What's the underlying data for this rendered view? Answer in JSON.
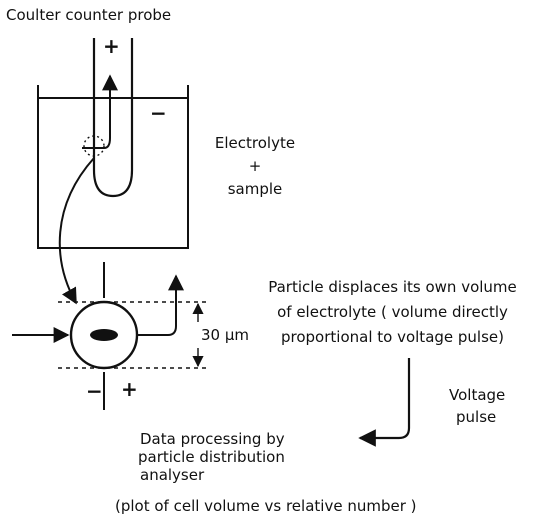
{
  "labels": {
    "probe_title": "Coulter counter probe",
    "electrolyte": "Electrolyte",
    "plus_sign": "+",
    "sample": "sample",
    "probe_plus": "+",
    "bath_minus": "−",
    "size": "30 μm",
    "particle_line1": "Particle displaces its own volume",
    "particle_line2": "of electrolyte  ( volume directly",
    "particle_line3": "proportional to voltage pulse)",
    "voltage": "Voltage",
    "pulse": "pulse",
    "data_line1": "Data processing by",
    "data_line2": "particle distribution",
    "data_line3": "analyser",
    "plot_note": "(plot of cell volume  vs  relative number )",
    "electrode_minus": "−",
    "electrode_plus": "+"
  }
}
